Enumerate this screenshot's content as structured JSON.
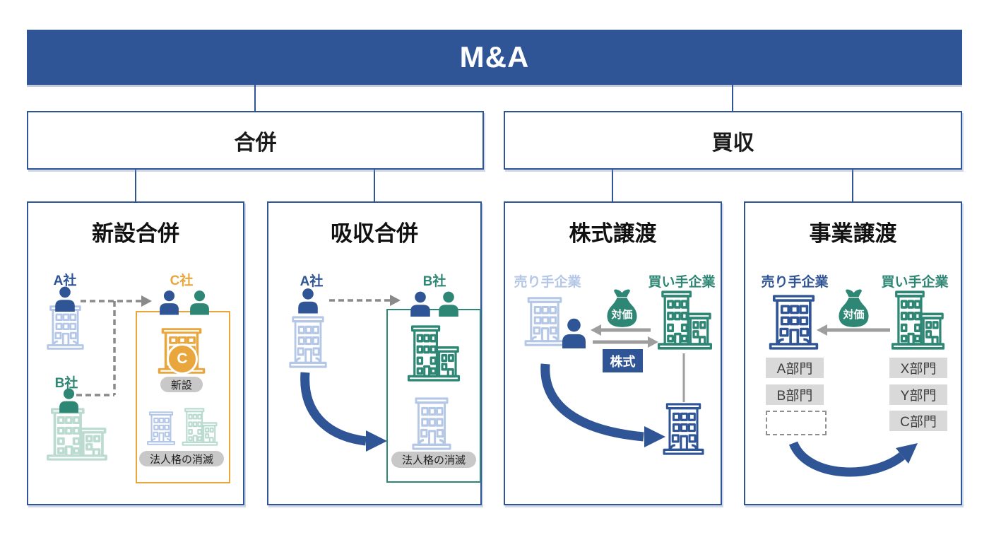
{
  "root": {
    "title": "M&A"
  },
  "level2": [
    {
      "label": "合併"
    },
    {
      "label": "買収"
    }
  ],
  "panels": [
    {
      "title": "新設合併",
      "company_a": "A社",
      "company_b": "B社",
      "company_c": "C社",
      "c_initial": "C",
      "badge_new": "新設",
      "badge_dissolution": "法人格の消滅"
    },
    {
      "title": "吸収合併",
      "company_a": "A社",
      "company_b": "B社",
      "badge_dissolution": "法人格の消滅"
    },
    {
      "title": "株式譲渡",
      "seller": "売り手企業",
      "buyer": "買い手企業",
      "consideration": "対価",
      "shares": "株式"
    },
    {
      "title": "事業譲渡",
      "seller": "売り手企業",
      "buyer": "買い手企業",
      "consideration": "対価",
      "seller_departments": [
        "A部門",
        "B部門"
      ],
      "buyer_departments": [
        "X部門",
        "Y部門",
        "C部門"
      ]
    }
  ],
  "colors": {
    "primary_blue": "#2F5597",
    "teal": "#2E8674",
    "orange": "#E9A63C",
    "faded_blue": "#B4C7E7",
    "faded_green": "#BBDBD1",
    "gray_arrow": "#9E9E9E",
    "dashed_gray": "#8A8A8A",
    "pill_gray": "#C8C8C8",
    "department_gray": "#D9D9D9"
  }
}
